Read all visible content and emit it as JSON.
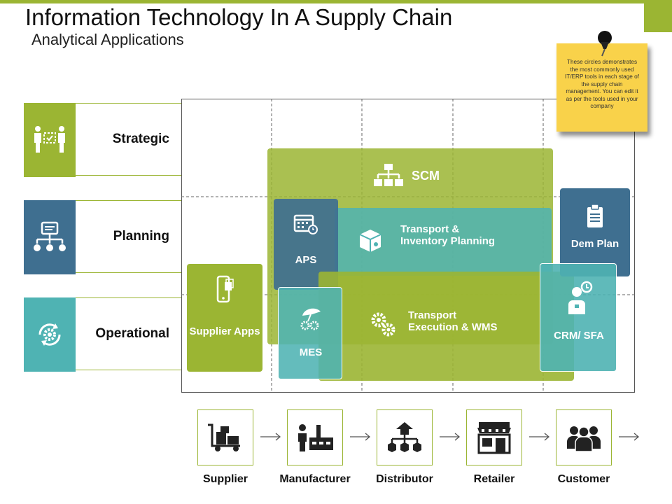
{
  "header": {
    "title": "Information Technology In A Supply Chain",
    "subtitle": "Analytical Applications"
  },
  "levels": [
    {
      "label": "Strategic",
      "color": "#9bb533",
      "icon": "strategy-people-icon"
    },
    {
      "label": "Planning",
      "color": "#3f6f90",
      "icon": "hierarchy-monitor-icon"
    },
    {
      "label": "Operational",
      "color": "#4fb3b3",
      "icon": "cycle-gear-icon"
    }
  ],
  "blocks": {
    "scm": "SCM",
    "aps": "APS",
    "tip": "Transport & Inventory Planning",
    "supplier_apps": "Supplier Apps",
    "mes": "MES",
    "tew": "Transport Execution & WMS",
    "crm": "CRM/ SFA",
    "dem": "Dem Plan"
  },
  "note": {
    "text": "These circles demonstrates the most commonly used IT/ERP tools in each stage of the supply chain management. You can edit it as per the tools used in your company"
  },
  "chain": [
    {
      "label": "Supplier",
      "icon": "cart-boxes-icon"
    },
    {
      "label": "Manufacturer",
      "icon": "factory-worker-icon"
    },
    {
      "label": "Distributor",
      "icon": "distribution-network-icon"
    },
    {
      "label": "Retailer",
      "icon": "store-front-icon"
    },
    {
      "label": "Customer",
      "icon": "people-group-icon"
    }
  ],
  "colors": {
    "green": "#9bb533",
    "navy": "#3f6f90",
    "teal": "#4fb3b3",
    "note": "#f9d24a"
  }
}
